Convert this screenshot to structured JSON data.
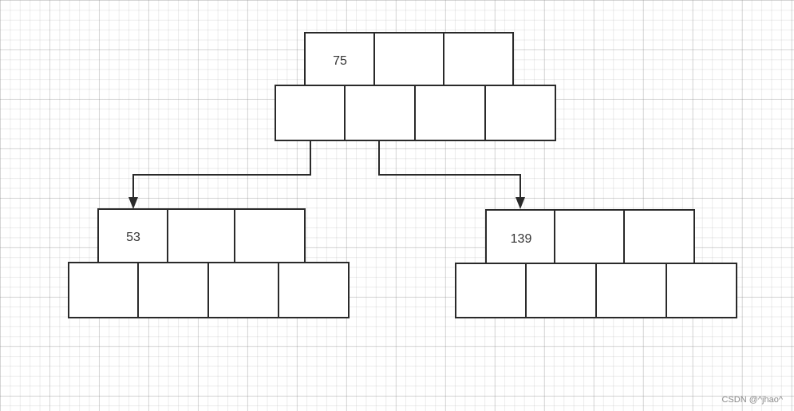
{
  "nodes": {
    "root": {
      "keys": [
        "75",
        "",
        ""
      ]
    },
    "left": {
      "keys": [
        "53",
        "",
        ""
      ]
    },
    "right": {
      "keys": [
        "139",
        "",
        ""
      ]
    }
  },
  "watermark": "CSDN @^jhao^"
}
